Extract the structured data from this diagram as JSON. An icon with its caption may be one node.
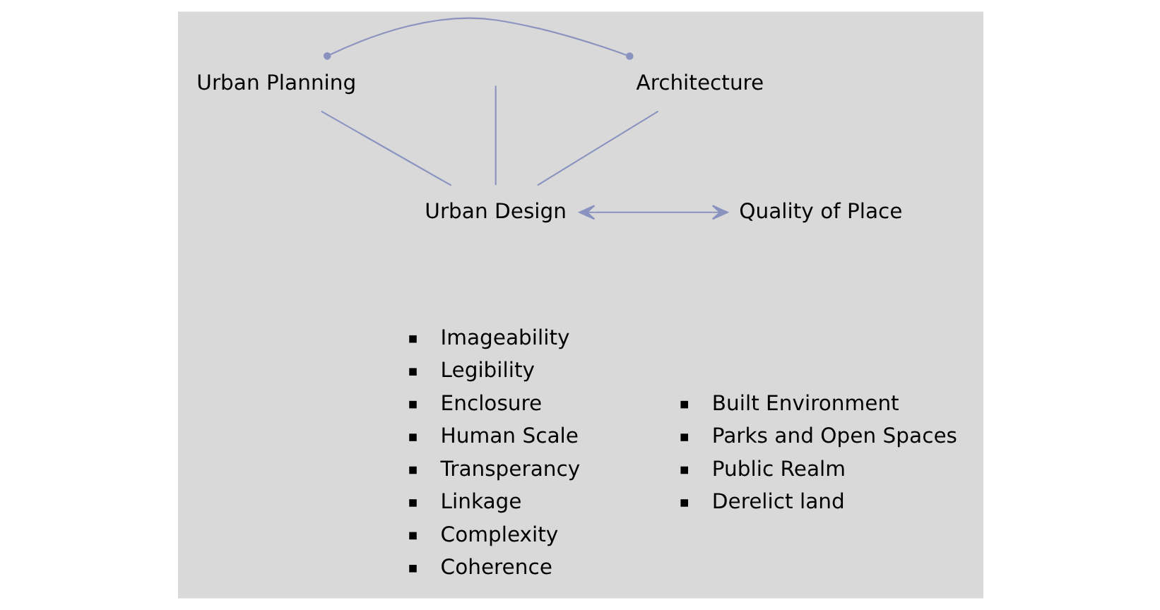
{
  "diagram": {
    "nodes": [
      {
        "text": [
          "Urban Planning"
        ]
      },
      {
        "text": [
          "Architecture"
        ]
      },
      {
        "text": [
          "Urban Design"
        ],
        "beside": [
          "Imageability",
          "Legibility",
          "Enclosure",
          "Human Scale",
          "Transperancy",
          "Linkage",
          "Complexity",
          "Coherence"
        ]
      },
      {
        "text": [
          "Quality of Place"
        ],
        "beside": [
          "Built Environment",
          "Parks and Open Spaces",
          "Public Realm",
          "Derelict land"
        ]
      }
    ],
    "edges": [
      {
        "from": 0,
        "to": 1,
        "arrow": "other"
      },
      {
        "from": 0,
        "to": 2,
        "arrow": "none"
      },
      {
        "from": null,
        "to": 2,
        "arrow": "none"
      },
      {
        "from": 1,
        "to": 2,
        "arrow": "none"
      },
      {
        "from": 2,
        "to": 3,
        "arrow": "both"
      }
    ]
  }
}
